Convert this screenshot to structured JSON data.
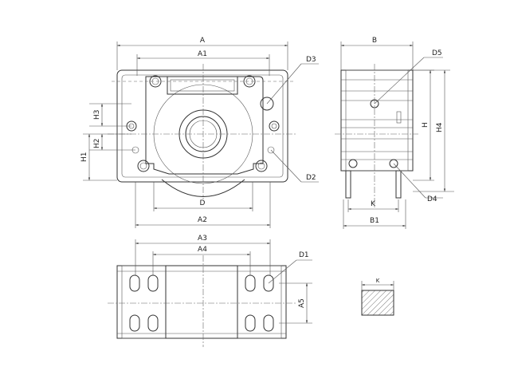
{
  "labels": {
    "A": "A",
    "A1": "A1",
    "A2": "A2",
    "A3": "A3",
    "A4": "A4",
    "A5": "A5",
    "B": "B",
    "B1": "B1",
    "D": "D",
    "D1": "D1",
    "D2": "D2",
    "D3": "D3",
    "D4": "D4",
    "D5": "D5",
    "H": "H",
    "H1": "H1",
    "H2": "H2",
    "H3": "H3",
    "H4": "H4",
    "K": "K",
    "K_section": "K"
  }
}
